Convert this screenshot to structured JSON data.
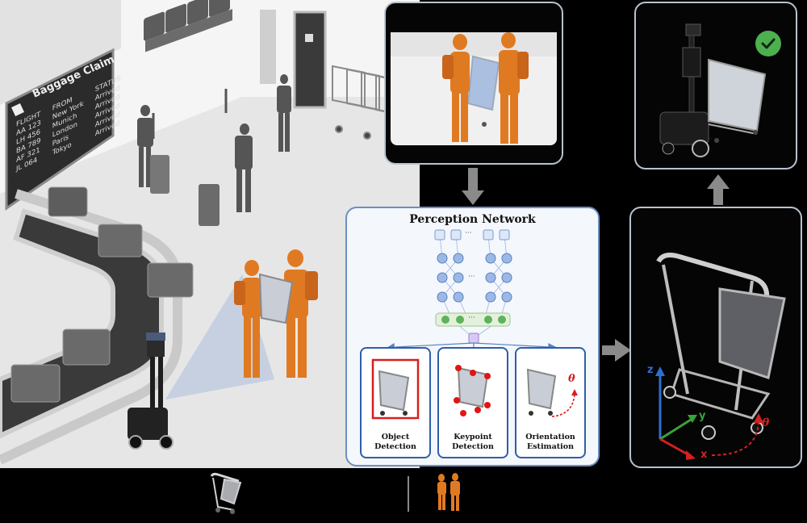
{
  "baggage_board": {
    "title": "Baggage Claim",
    "headers": [
      "FLIGHT",
      "FROM",
      "STATUS"
    ],
    "flights": [
      "AA 123",
      "LH 456",
      "BA 789",
      "AF 321",
      "JL 064"
    ],
    "origins": [
      "New York",
      "Munich",
      "London",
      "Paris",
      "Tokyo"
    ],
    "statuses": [
      "Arrived",
      "Arrived",
      "Arrived",
      "Arrived",
      "Arrived"
    ]
  },
  "perception": {
    "title": "Perception Network",
    "ellipsis": "···",
    "tasks": [
      {
        "label": "Object\nDetection"
      },
      {
        "label": "Keypoint\nDetection"
      },
      {
        "label": "Orientation\nEstimation"
      }
    ],
    "theta_symbol": "θ"
  },
  "pose_panel": {
    "axis_z": "z",
    "axis_y": "y",
    "axis_x": "x",
    "theta_symbol": "θ"
  },
  "colors": {
    "person_orange": "#e07a22",
    "panel_border": "#b8c2d0",
    "network_blue": "#2f5ea8",
    "detection_red": "#d81e1e",
    "keypoint_red": "#e01515",
    "check_green": "#4caf50",
    "axis_blue": "#2c6fd1",
    "axis_green": "#3aa23a",
    "axis_red": "#d42020",
    "arrow_gray": "#8a8a8a"
  },
  "icons": [
    "check-icon",
    "cart-legend-icon",
    "people-legend-icon",
    "lidar-robot-icon"
  ]
}
